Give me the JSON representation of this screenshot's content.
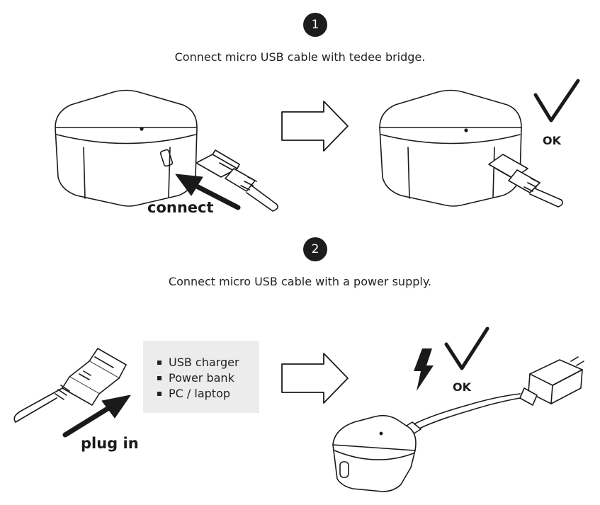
{
  "step1": {
    "number": "1",
    "instruction": "Connect micro USB cable with tedee bridge.",
    "action_label": "connect",
    "result_label": "OK"
  },
  "step2": {
    "number": "2",
    "instruction": "Connect micro USB cable with a power supply.",
    "action_label": "plug in",
    "result_label": "OK",
    "options": [
      "USB charger",
      "Power bank",
      "PC / laptop"
    ]
  }
}
